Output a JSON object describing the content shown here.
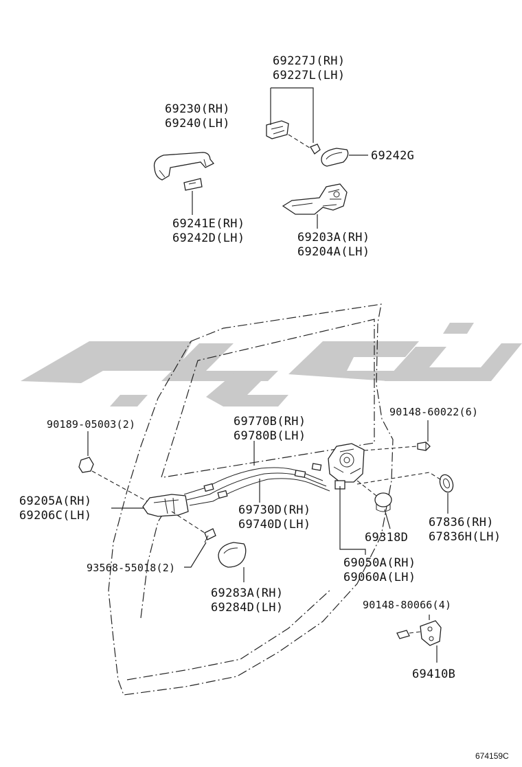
{
  "parts": {
    "handle_outer": {
      "rh": "69230(RH)",
      "lh": "69240(LH)"
    },
    "handle_frame": {
      "rh": "69227J(RH)",
      "lh": "69227L(LH)"
    },
    "pad_g": "69242G",
    "pad_small": {
      "rh": "69241E(RH)",
      "lh": "69242D(LH)"
    },
    "handle_frame_assy": {
      "rh": "69203A(RH)",
      "lh": "69204A(LH)"
    },
    "inside_handle": {
      "rh": "69205A(RH)",
      "lh": "69206C(LH)"
    },
    "screw_inside": "90189-05003(2)",
    "cable_lock": {
      "rh": "69770B(RH)",
      "lh": "69780B(LH)"
    },
    "cable_open": {
      "rh": "69730D(RH)",
      "lh": "69740D(LH)"
    },
    "screw_lock": "90148-60022(6)",
    "bumper": {
      "rh": "67836(RH)",
      "lh": "67836H(LH)"
    },
    "cap": "69318D",
    "door_lock": {
      "rh": "69050A(RH)",
      "lh": "69060A(LH)"
    },
    "screw_bezel": "93568-55018(2)",
    "bezel": {
      "rh": "69283A(RH)",
      "lh": "69284D(LH)"
    },
    "screw_striker": "90148-80066(4)",
    "striker": "69410B"
  },
  "diagram_code": "674159C",
  "watermark": {
    "color": "#c9c9c9"
  }
}
